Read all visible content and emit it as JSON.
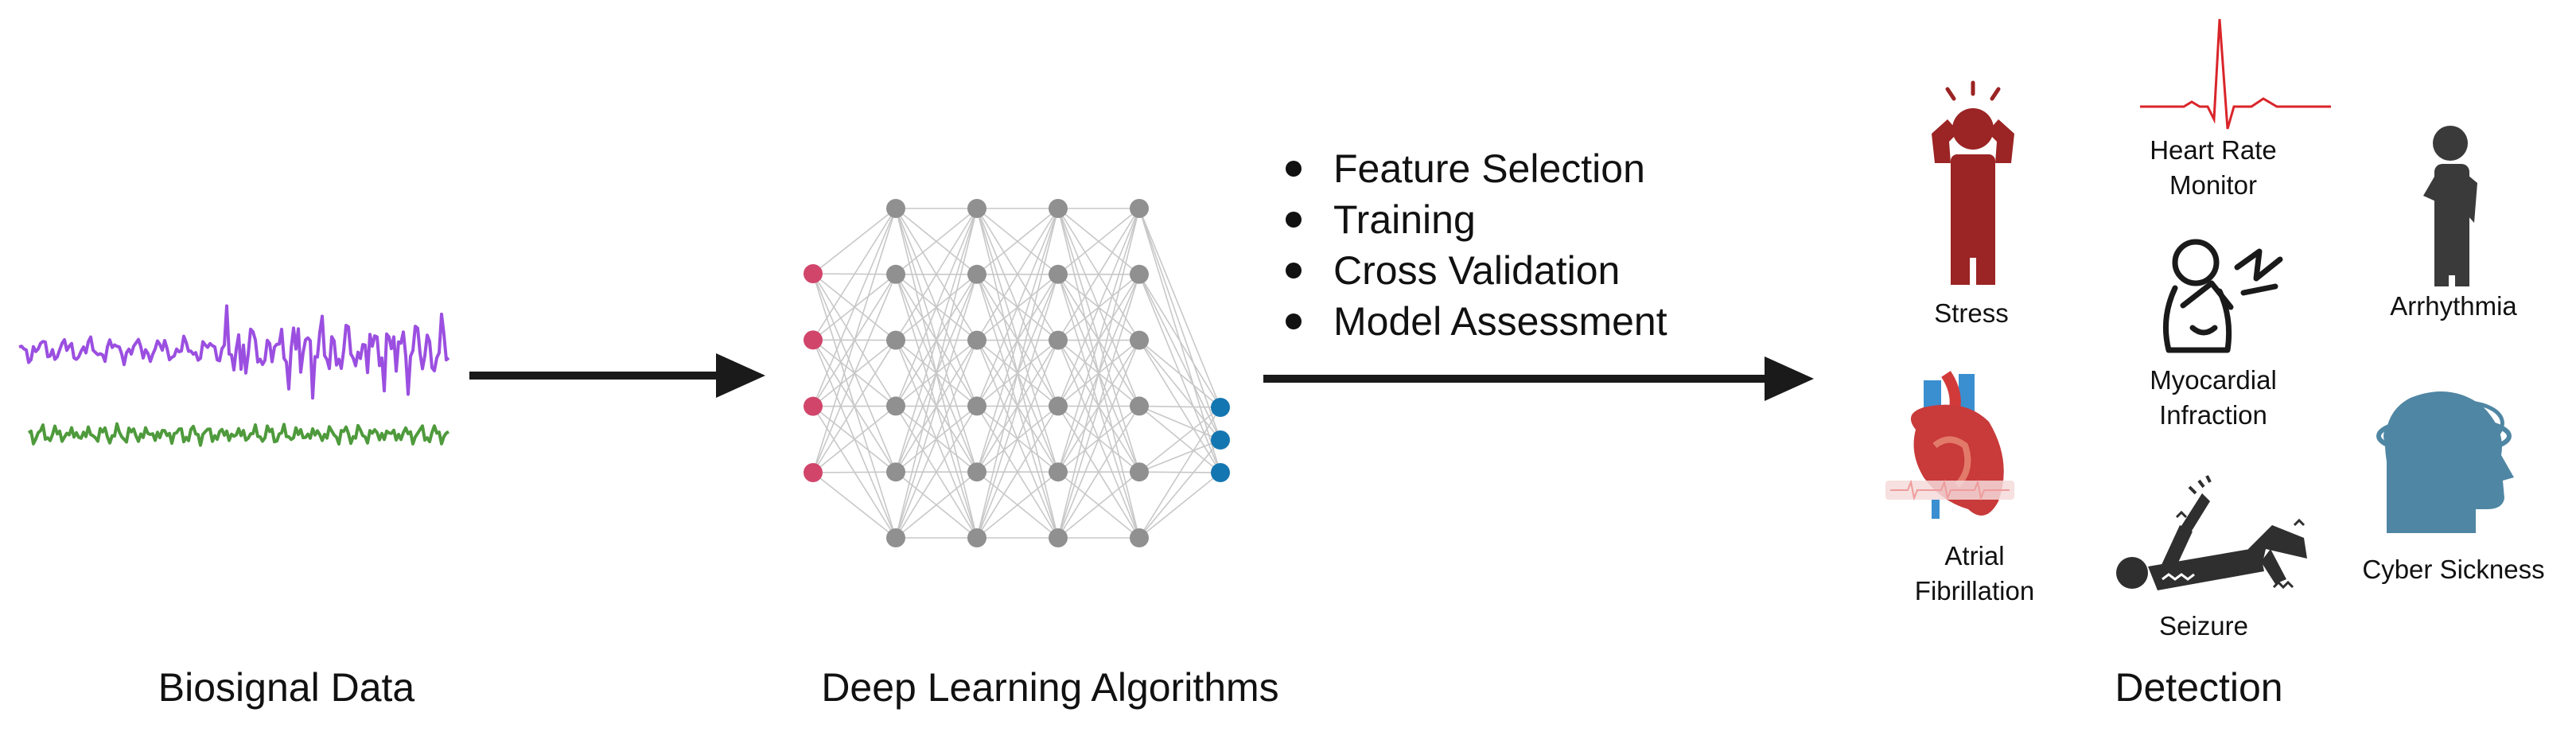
{
  "sections": {
    "input_label": "Biosignal Data",
    "model_label": "Deep Learning Algorithms",
    "output_label": "Detection"
  },
  "pipeline_steps": [
    "Feature Selection",
    "Training",
    "Cross Validation",
    "Model Assessment"
  ],
  "network": {
    "layer_sizes": [
      4,
      6,
      6,
      6,
      6,
      3
    ],
    "input_color": "#d1456b",
    "hidden_color": "#909090",
    "output_color": "#1476b0",
    "edge_color": "#c8c8c8"
  },
  "signals": [
    {
      "color": "#9b4fe0"
    },
    {
      "color": "#4e9a3c"
    }
  ],
  "conditions": {
    "stress": [
      "Stress"
    ],
    "heart_rate_monitor": [
      "Heart Rate",
      "Monitor"
    ],
    "arrhythmia": [
      "Arrhythmia"
    ],
    "myocardial_infraction": [
      "Myocardial",
      "Infraction"
    ],
    "atrial_fibrillation": [
      "Atrial",
      "Fibrillation"
    ],
    "seizure": [
      "Seizure"
    ],
    "cyber_sickness": [
      "Cyber Sickness"
    ]
  },
  "colors": {
    "arrow": "#1a1a1a",
    "stress_figure": "#9b2424",
    "ecg_line": "#d9252a",
    "dark_figure": "#3a3a3a",
    "head_profile": "#4f86a3"
  }
}
